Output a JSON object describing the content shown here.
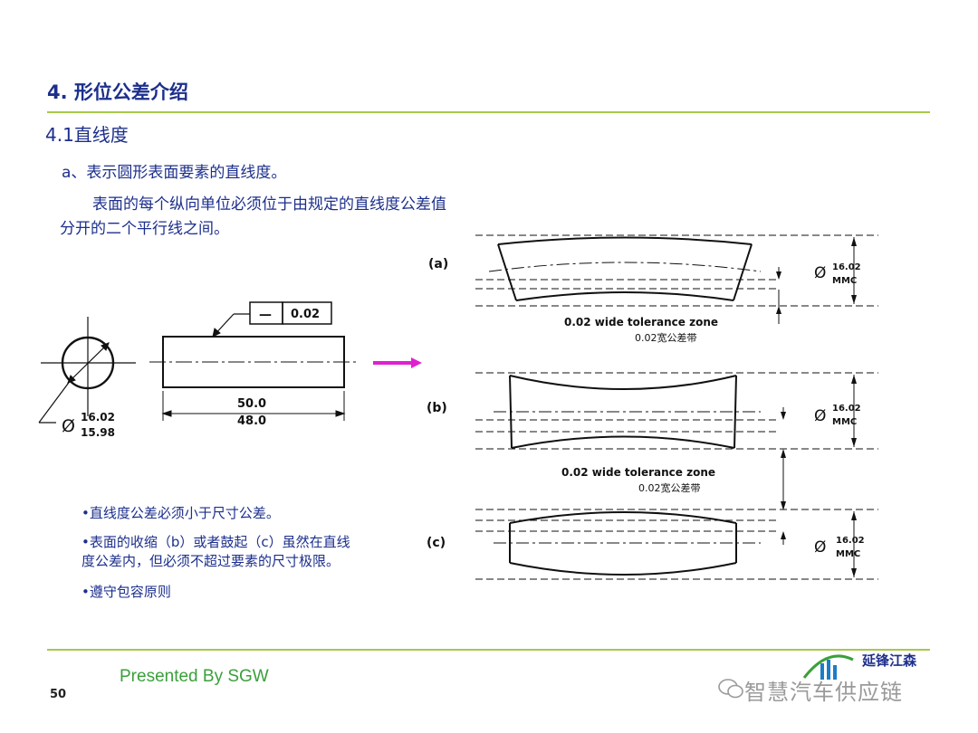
{
  "header": {
    "title": "4. 形位公差介绍",
    "subtitle": "4.1直线度"
  },
  "description": {
    "line_a": "a、表示圆形表面要素的直线度。",
    "para_1": "表面的每个纵向单位必须位于由规定的直线度公差值",
    "para_2": "分开的二个平行线之间。"
  },
  "drawing_left": {
    "tolerance_symbol": "—",
    "tolerance_value": "0.02",
    "length_max": "50.0",
    "length_min": "48.0",
    "diameter_symbol": "Ø",
    "diameter_max": "16.02",
    "diameter_min": "15.98"
  },
  "drawing_right": {
    "label_a": "(a)",
    "label_b": "(b)",
    "label_c": "(c)",
    "diameter_symbol": "Ø",
    "dia_value": "16.02",
    "mmc": "MMC",
    "zone_text": "0.02 wide tolerance zone",
    "zone_text_cn": "0.02宽公差带"
  },
  "bullets": [
    "•直线度公差必须小于尺寸公差。",
    "•表面的收缩（b）或者鼓起（c）虽然在直线",
    "度公差内，但必须不超过要素的尺寸极限。",
    "•遵守包容原则"
  ],
  "footer": {
    "presented": "Presented By SGW",
    "page_number": "50",
    "logo_text": "延锋江森",
    "watermark": "智慧汽车供应链"
  },
  "colors": {
    "title": "#1c2f8c",
    "rule": "#a6c94a",
    "presented": "#3aa03a",
    "arrow": "#e020d0"
  }
}
